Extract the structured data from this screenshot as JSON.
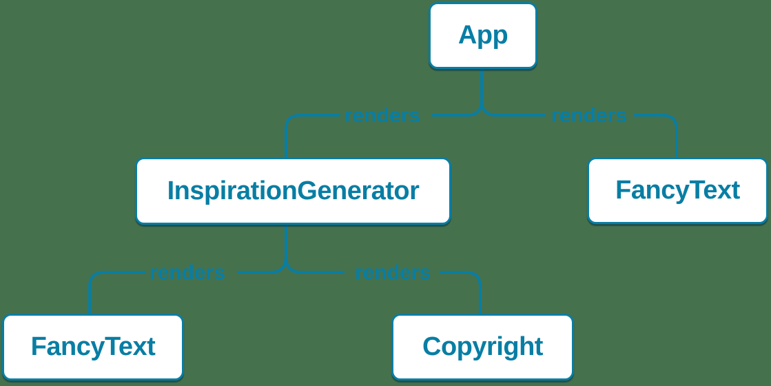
{
  "diagram": {
    "type": "component-render-tree",
    "background_color": "#46714d",
    "accent_color": "#087ea4",
    "node_fill": "#ffffff",
    "nodes": [
      {
        "id": "app",
        "label": "App"
      },
      {
        "id": "inspiration-generator",
        "label": "InspirationGenerator"
      },
      {
        "id": "fancy-text-top",
        "label": "FancyText"
      },
      {
        "id": "fancy-text-bottom",
        "label": "FancyText"
      },
      {
        "id": "copyright",
        "label": "Copyright"
      }
    ],
    "edges": [
      {
        "from": "App",
        "to": "InspirationGenerator",
        "label": "renders"
      },
      {
        "from": "App",
        "to": "FancyText",
        "label": "renders"
      },
      {
        "from": "InspirationGenerator",
        "to": "FancyText",
        "label": "renders"
      },
      {
        "from": "InspirationGenerator",
        "to": "Copyright",
        "label": "renders"
      }
    ]
  }
}
